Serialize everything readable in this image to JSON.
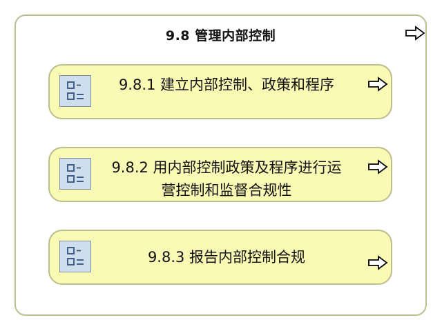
{
  "container": {
    "title": "9.8 管理内部控制",
    "arrow_icon": "hollow-right-arrow-icon"
  },
  "cards": [
    {
      "label_lines": [
        "9.8.1 建立内部控制、政策和程序"
      ],
      "icon": "process-list-icon",
      "arrow_icon": "hollow-right-arrow-icon"
    },
    {
      "label_lines": [
        "9.8.2 用内部控制政策及程序进行运",
        "营控制和监督合规性"
      ],
      "icon": "process-list-icon",
      "arrow_icon": "hollow-right-arrow-icon"
    },
    {
      "label_lines": [
        "9.8.3 报告内部控制合规"
      ],
      "icon": "process-list-icon",
      "arrow_icon": "hollow-right-arrow-icon"
    }
  ],
  "colors": {
    "card_fill": "#fafab4",
    "border": "#b9bf8f",
    "icon_fill": "#cfdeec",
    "icon_stroke": "#7d8ea6"
  }
}
